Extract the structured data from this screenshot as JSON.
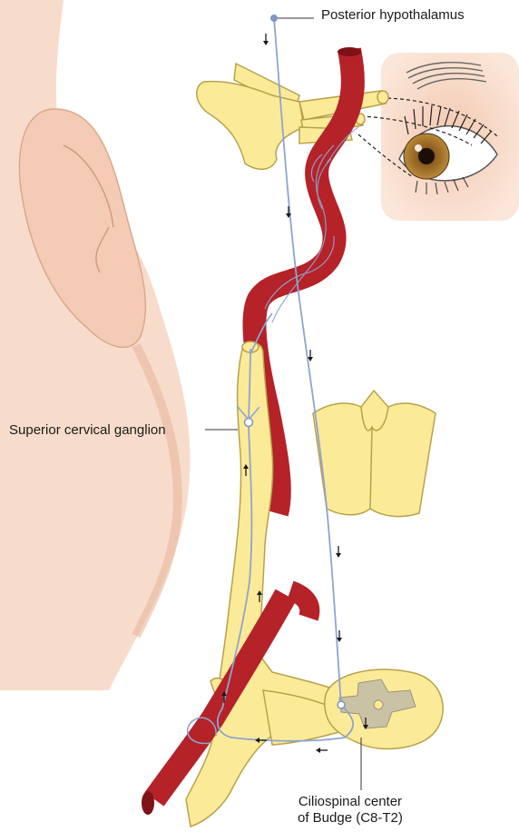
{
  "labels": {
    "posterior_hypothalamus": "Posterior hypothalamus",
    "superior_cervical_ganglion": "Superior cervical ganglion",
    "ciliospinal_line1": "Ciliospinal center",
    "ciliospinal_line2": "of Budge (C8-T2)"
  },
  "colors": {
    "skin": "#f6d8c3",
    "skin_outline": "#d8aa90",
    "nerve_fill": "#fbeb98",
    "nerve_outline": "#b8a14a",
    "artery": "#b52228",
    "artery_dark": "#7e1217",
    "neuron_path": "#8fa4cf",
    "gray_matter": "#c9c2a4",
    "iris": "#9a6a2a"
  },
  "icons": [
    "eye-illustration",
    "ear-illustration",
    "spinal-cord-cross-section",
    "direction-arrow"
  ]
}
